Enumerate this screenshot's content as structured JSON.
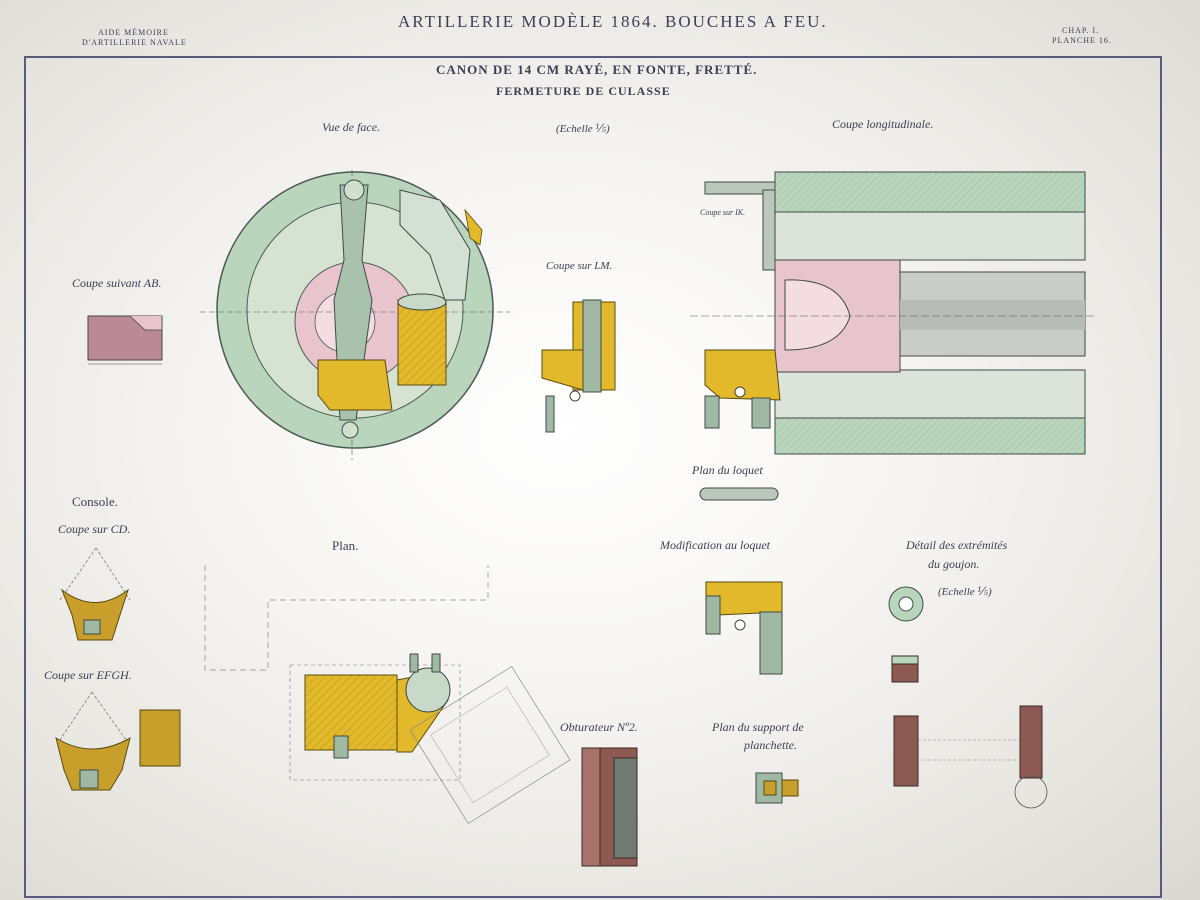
{
  "header": {
    "left_line1": "AIDE MÉMOIRE",
    "left_line2": "D'ARTILLERIE NAVALE",
    "center_title": "ARTILLERIE MODÈLE 1864.  BOUCHES A FEU.",
    "right_line1": "CHAP. I.",
    "right_line2": "PLANCHE 16."
  },
  "plate": {
    "title_line1": "CANON DE 14 cm RAYÉ, EN FONTE, FRETTÉ.",
    "title_line2": "FERMETURE DE CULASSE"
  },
  "labels": {
    "vue_de_face": "Vue de face.",
    "echelle_top": "(Echelle ⅕)",
    "coupe_longitudinale": "Coupe longitudinale.",
    "coupe_ab": "Coupe suivant AB.",
    "coupe_lm": "Coupe sur LM.",
    "coupe_ik": "Coupe sur IK.",
    "plan_loquet": "Plan du loquet",
    "console": "Console.",
    "coupe_cd": "Coupe sur CD.",
    "plan": "Plan.",
    "modification_loquet": "Modification au loquet",
    "detail_line1": "Détail des extrémités",
    "detail_line2": "du goujon.",
    "echelle_detail": "(Echelle ⅕)",
    "coupe_efgh": "Coupe sur EFGH.",
    "obturateur": "Obturateur Nº2.",
    "support_line1": "Plan du support de",
    "support_line2": "planchette."
  },
  "colors": {
    "green": "#b9d6bd",
    "green_dark": "#8fb79a",
    "pink": "#e8c4cf",
    "yellow": "#e2b92a",
    "brown": "#8c5a52",
    "ink": "#3d3d55"
  }
}
